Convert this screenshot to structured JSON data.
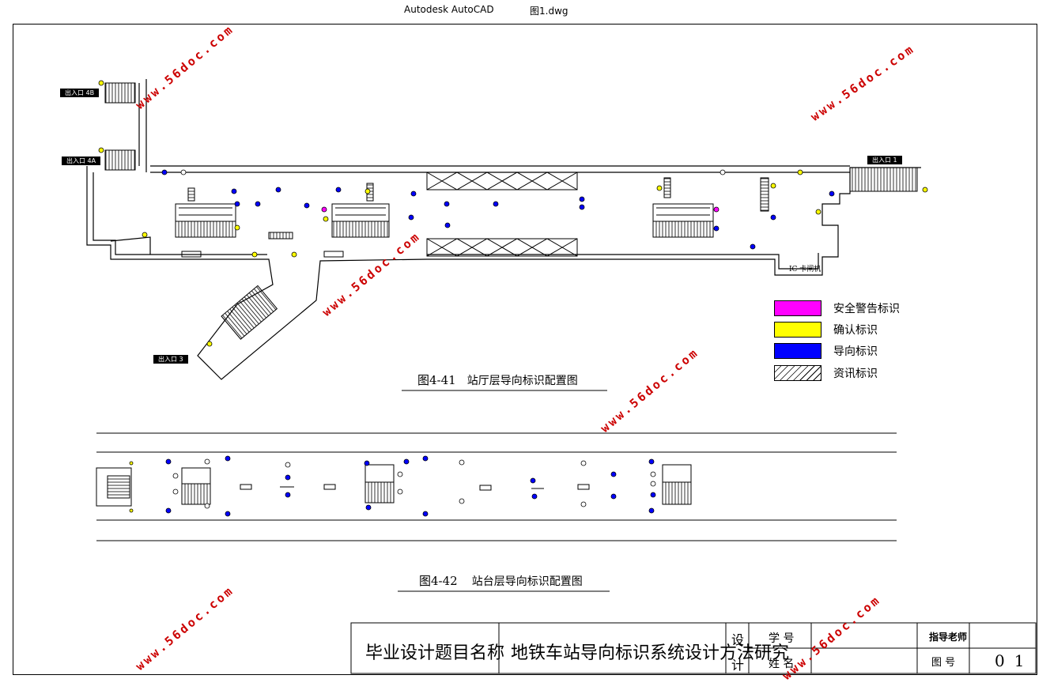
{
  "window": {
    "app_name": "Autodesk AutoCAD",
    "file_name": "图1.dwg"
  },
  "exits": {
    "e4b": "出入口 4B",
    "e4a": "出入口 4A",
    "e1": "出入口 1",
    "e3": "出入口 3"
  },
  "fig41": {
    "number": "图4-41",
    "caption": "站厅层导向标识配置图"
  },
  "fig42": {
    "number": "图4-42",
    "caption": "站台层导向标识配置图"
  },
  "gate_label": "IC 卡闸机",
  "legend": [
    {
      "label": "安全警告标识",
      "color": "#ff00ff"
    },
    {
      "label": "确认标识",
      "color": "#ffff00"
    },
    {
      "label": "导向标识",
      "color": "#0000ff"
    },
    {
      "label": "资讯标识",
      "color": "hatch"
    }
  ],
  "title_block": {
    "topic_label": "毕业设计题目名称",
    "topic": "地铁车站导向标识系统设计方法研究",
    "design_label_1": "设",
    "design_label_2": "计",
    "student_id_label": "学 号",
    "name_label": "姓 名",
    "advisor_label": "指导老师",
    "drawing_no_label": "图 号",
    "drawing_no": "01"
  },
  "watermark": "www.56doc.com",
  "colors": {
    "warning": "#ff00ff",
    "confirm": "#ffff00",
    "guide": "#0000ff",
    "watermark": "#cc0000"
  }
}
